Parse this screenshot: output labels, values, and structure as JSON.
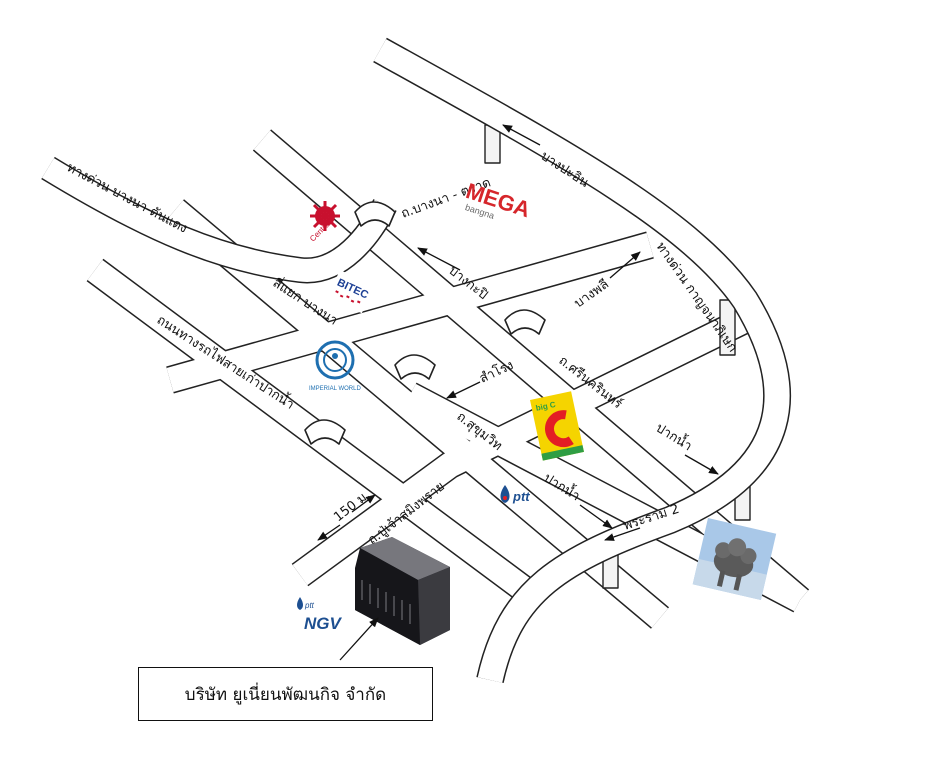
{
  "roads": {
    "bangna_bangpakong_expressway": "ทางด่วน บางนา-ตันแดง",
    "bangna_intersection": "สี่แยก บางนา",
    "old_railway_road": "ถนนทางรถไฟสายเก่าปากน้ำ",
    "poo_chao_saming_phrai_road": "ถ.ปู่เจ้าสมิงพราย",
    "bangna_trat_road": "ถ.บางนา - ตราด",
    "sukhumvit_road": "ถ.สุขุมวิท",
    "srinakarin_road": "ถ.ศรีนครินทร์",
    "kanchanaphisek_expressway": "ทางด่วน กาญจนาภิเษก",
    "rama2": "พระราม 2"
  },
  "directions": {
    "bang_pa_in": "บางปะอิน",
    "bang_kapi": "บางกะปิ",
    "bang_phli": "บางพลี",
    "samrong": "สำโรง",
    "pak_nam_1": "ปากน้ำ",
    "pak_nam_2": "ปากน้ำ"
  },
  "distance": "150 ม.",
  "landmarks": {
    "mega": {
      "name": "MEGA",
      "sub": "bangna",
      "color": "#d6262b"
    },
    "central": {
      "name": "Central",
      "color": "#c8102e"
    },
    "bitec": {
      "name": "BITEC",
      "color": "#1c3f94"
    },
    "impact": {
      "name": "IMPERIAL WORLD",
      "color": "#1e6fb0"
    },
    "bigc": {
      "name": "big C",
      "color": "#e31e24",
      "bg": "#f5d400",
      "green": "#2f9e44"
    },
    "ptt": {
      "name": "ptt",
      "color": "#1d4f91"
    },
    "ptt_ngv": {
      "name": "ptt",
      "name2": "NGV",
      "color": "#1d4f91"
    },
    "erawan": {
      "name": "erawan-elephant-image"
    }
  },
  "company": {
    "name": "บริษัท ยูเนี่ยนพัฒนกิจ จำกัด"
  }
}
